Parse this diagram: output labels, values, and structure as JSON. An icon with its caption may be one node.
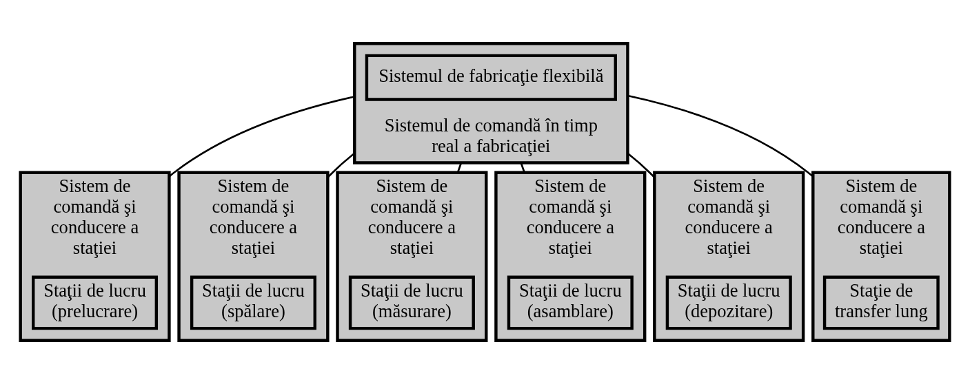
{
  "diagram": {
    "nodes": [
      {
        "text": [
          "Sistemul de comandă în timp real a fabricaţiei"
        ]
      },
      {
        "text": [
          "Sistemul de fabricaţie flexibilă"
        ],
        "in": 0
      },
      {
        "text": [
          "Sistem de comandă şi conducere a staţiei"
        ]
      },
      {
        "text": [
          "Staţii de lucru (prelucrare)"
        ],
        "in": 2
      },
      {
        "text": [
          "Sistem de comandă şi conducere a staţiei"
        ]
      },
      {
        "text": [
          "Staţii de lucru (spălare)"
        ],
        "in": 4
      },
      {
        "text": [
          "Sistem de comandă şi conducere a staţiei"
        ]
      },
      {
        "text": [
          "Staţii de lucru (măsurare)"
        ],
        "in": 6
      },
      {
        "text": [
          "Sistem de comandă şi conducere a staţiei"
        ]
      },
      {
        "text": [
          "Staţii de lucru (asamblare)"
        ],
        "in": 8
      },
      {
        "text": [
          "Sistem de comandă şi conducere a staţiei"
        ]
      },
      {
        "text": [
          "Staţii de lucru (depozitare)"
        ],
        "in": 10
      },
      {
        "text": [
          "Sistem de comandă şi conducere a staţiei"
        ]
      },
      {
        "text": [
          "Staţie de transfer lung"
        ],
        "in": 12
      }
    ],
    "edges": [
      {
        "from": 0,
        "to": 2,
        "arrow": "none"
      },
      {
        "from": 0,
        "to": 4,
        "arrow": "none"
      },
      {
        "from": 0,
        "to": 6,
        "arrow": "none"
      },
      {
        "from": 0,
        "to": 8,
        "arrow": "none"
      },
      {
        "from": 0,
        "to": 10,
        "arrow": "none"
      },
      {
        "from": 0,
        "to": 12,
        "arrow": "none"
      }
    ]
  }
}
